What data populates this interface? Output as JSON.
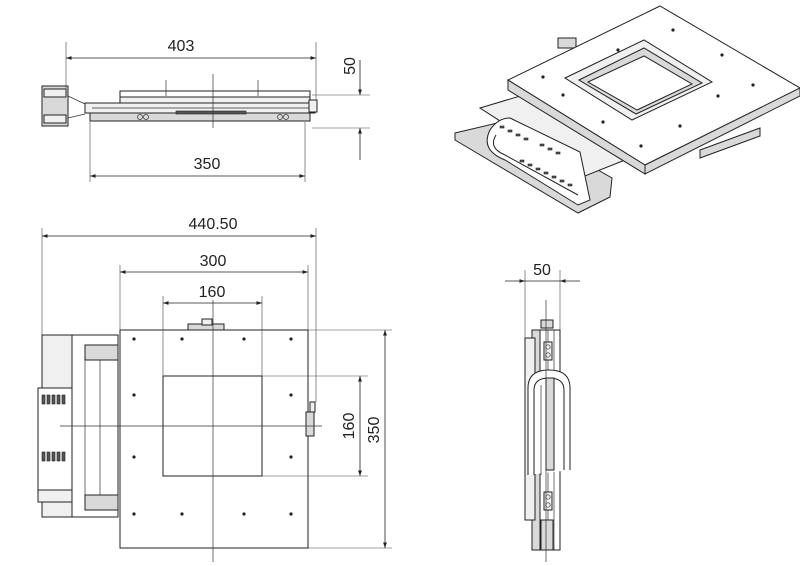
{
  "dimensions": {
    "top_view_width": "403",
    "top_view_height": "50",
    "top_view_base": "350",
    "front_total_width": "440.50",
    "front_plate_width": "300",
    "front_window_width": "160",
    "front_window_height": "160",
    "front_plate_height": "350",
    "side_thickness": "50"
  }
}
